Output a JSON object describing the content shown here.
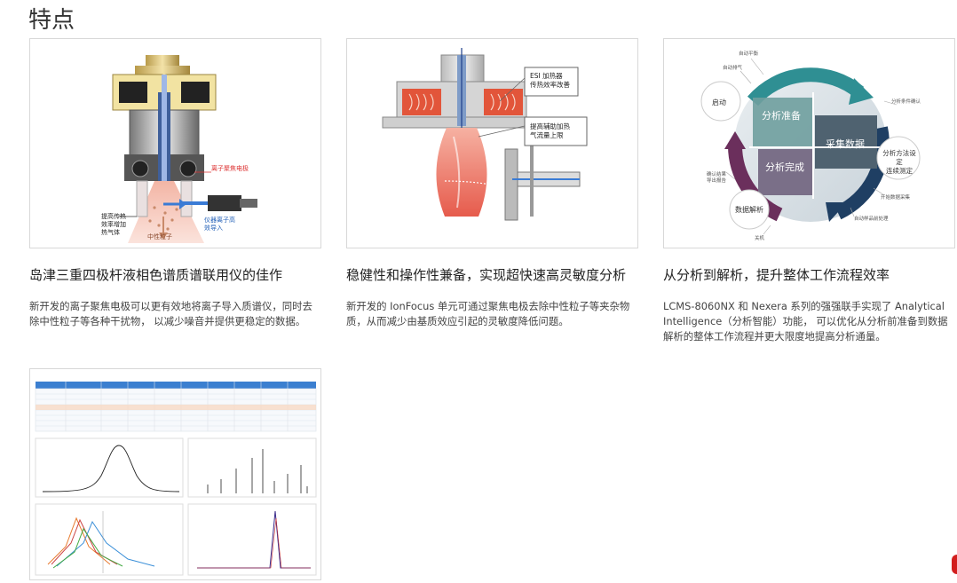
{
  "section_title": "特点",
  "cards": [
    {
      "title": "岛津三重四极杆液相色谱质谱联用仪的佳作",
      "desc": "新开发的离子聚焦电极可以更有效地将离子导入质谱仪，同时去除中性粒子等各种干扰物， 以减少噪音并提供更稳定的数据。",
      "labels": {
        "focus": "离子聚焦电极",
        "heat": "提高传热效率增加热气体",
        "neutral": "中性粒子",
        "ion": "仪器离子高效导入"
      }
    },
    {
      "title": "稳健性和操作性兼备，实现超快速高灵敏度分析",
      "desc": "新开发的 IonFocus 单元可通过聚焦电极去除中性粒子等夹杂物质，从而减少由基质效应引起的灵敏度降低问题。",
      "labels": {
        "esi1": "ESI 加热器",
        "esi2": "传热效率改善",
        "gas1": "提高辅助加热",
        "gas2": "气流量上限"
      }
    },
    {
      "title": "从分析到解析，提升整体工作流程效率",
      "desc": "LCMS-8060NX 和 Nexera 系列的强强联手实现了 Analytical Intelligence（分析智能）功能， 可以优化从分析前准备到数据解析的整体工作流程并更大限度地提高分析通量。",
      "labels": {
        "prep": "分析准备",
        "collect": "采集数据",
        "done": "分析完成",
        "start": "启动",
        "method1": "分析方法设定",
        "method2": "连续测定",
        "analysis": "数据解析",
        "t1": "自动平衡",
        "t2": "自动排气",
        "t3": "分析条件确认",
        "t4": "开始数据采集",
        "t5": "自动样品前处理",
        "t6": "确认结果",
        "t7": "导出报告",
        "t8": "关机"
      }
    }
  ],
  "colors": {
    "teal": "#2f8f93",
    "navy": "#1f3f63",
    "purple": "#6b2f5c",
    "heater": "#e2553a",
    "blue_line": "#3a7bd5"
  }
}
